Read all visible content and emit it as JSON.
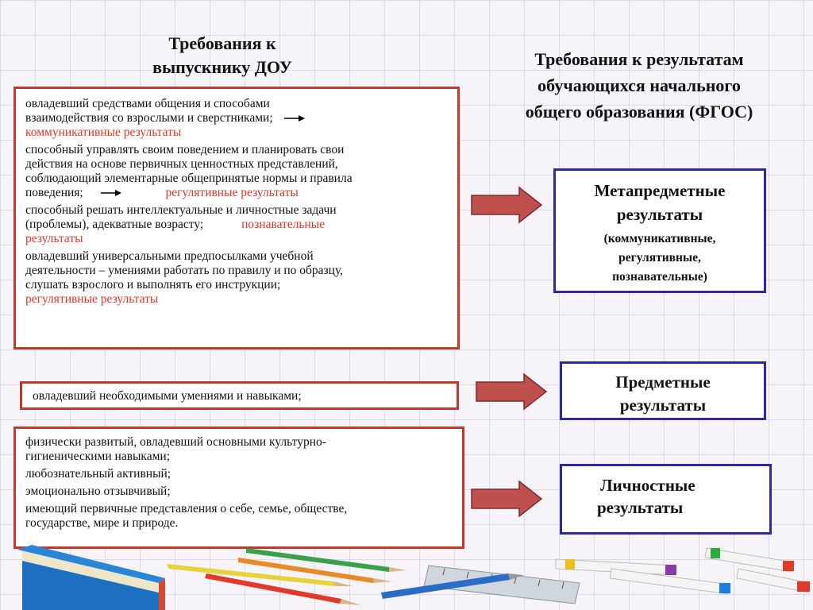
{
  "left_title": [
    "Требования к",
    "выпускнику  ДОУ"
  ],
  "right_title": [
    "Требования к результатам",
    "обучающихся начального",
    "общего образования (ФГОС)"
  ],
  "box1": {
    "item1": [
      "овладевший средствами общения и способами",
      "взаимодействия со взрослыми и сверстниками;"
    ],
    "item1_result": "коммуникативные результаты",
    "item2": [
      "способный управлять своим поведением и планировать свои",
      "действия на основе первичных ценностных представлений,",
      "соблюдающий элементарные общепринятые нормы и правила",
      "поведения;"
    ],
    "item2_result": "регулятивные результаты",
    "item3": [
      "способный решать интеллектуальные и личностные задачи",
      "(проблемы), адекватные возрасту;"
    ],
    "item3_result_a": "познавательные",
    "item3_result_b": "результаты",
    "item4": [
      "овладевший универсальными предпосылками учебной",
      "деятельности – умениями работать по правилу и по образцу,",
      "слушать взрослого и выполнять его инструкции;"
    ],
    "item4_result": "регулятивные результаты"
  },
  "box2": {
    "text": "овладевший необходимыми умениями и навыками;"
  },
  "box3": {
    "item1": [
      "физически развитый, овладевший основными культурно-",
      "гигиеническими навыками;"
    ],
    "item2": "любознательный активный;",
    "item3": "эмоционально отзывчивый;",
    "item4": [
      "имеющий первичные представления о себе, семье, обществе,",
      "государстве, мире и природе."
    ]
  },
  "meta_box": {
    "title": [
      "Метапредметные",
      "результаты"
    ],
    "sub": [
      "(коммуникативные,",
      "регулятивные,",
      "познавательные)"
    ]
  },
  "subject_box": {
    "title": [
      "Предметные",
      "результаты"
    ]
  },
  "personal_box": {
    "title": [
      "Личностные",
      "результаты"
    ]
  },
  "colors": {
    "red_border": "#c0392b",
    "blue_border": "#2d2a9e",
    "result_text": "#d9382b",
    "arrow_fill": "#c0504d"
  }
}
